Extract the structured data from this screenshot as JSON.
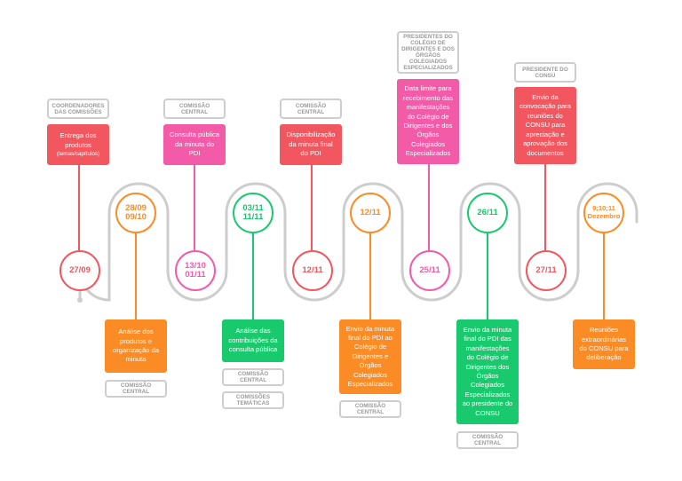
{
  "colors": {
    "red": "#f2565f",
    "pink": "#f35aa8",
    "orange": "#fb8b24",
    "green": "#18c96d",
    "line": "#cdcdcd",
    "tag_text": "#9a9a9a"
  },
  "top": [
    {
      "tag": "COORDENADORES DAS COMISSÕES",
      "text": "Entrega dos produtos",
      "sub": "(temas/capítulos)",
      "date": "27/09"
    },
    {
      "tag": "COMISSÃO CENTRAL",
      "text": "Consulta pública da minuta do PDI",
      "date": "13/10\n01/11"
    },
    {
      "tag": "COMISSÃO CENTRAL",
      "text": "Disponibilização da minuta final do PDI",
      "date": "12/11"
    },
    {
      "tag": "PRESIDENTES DO COLÉGIO DE DIRIGENTES E DOS ÓRGÃOS COLEGIADOS ESPECIALIZADOS",
      "text": "Data limite para recebimento das manifestações do Colégio de Dirigentes e dos Órgãos Colegiados Especializados",
      "date": "25/11"
    },
    {
      "tag": "PRESIDENTE DO CONSU",
      "text": "Envio da convocação para reuniões do CONSU para apreciação e aprovação dos documentos",
      "date": "27/11"
    }
  ],
  "bottom": [
    {
      "date": "28/09\n09/10",
      "text": "Análise dos produtos e organização da minuta",
      "tags": [
        "COMISSÃO CENTRAL"
      ]
    },
    {
      "date": "03/11\n11/11",
      "text": "Análise das contribuições da consulta pública",
      "tags": [
        "COMISSÃO CENTRAL",
        "COMISSÕES TEMÁTICAS"
      ]
    },
    {
      "date": "12/11",
      "text": "Envio da minuta final do PDI ao Colégio de Dirigentes e Órgãos Colegiados Especializados",
      "tags": [
        "COMISSÃO CENTRAL"
      ]
    },
    {
      "date": "26/11",
      "text": "Envio da minuta final do PDI das manifestações do Colégio de Dirigentes dos Órgãos Colegiados Especializados ao presidente do CONSU",
      "tags": [
        "COMISSÃO CENTRAL"
      ]
    },
    {
      "date": "9;10;11\nDezembro",
      "text": "Reuniões extraordinárias do CONSU para deliberação",
      "tags": []
    }
  ]
}
